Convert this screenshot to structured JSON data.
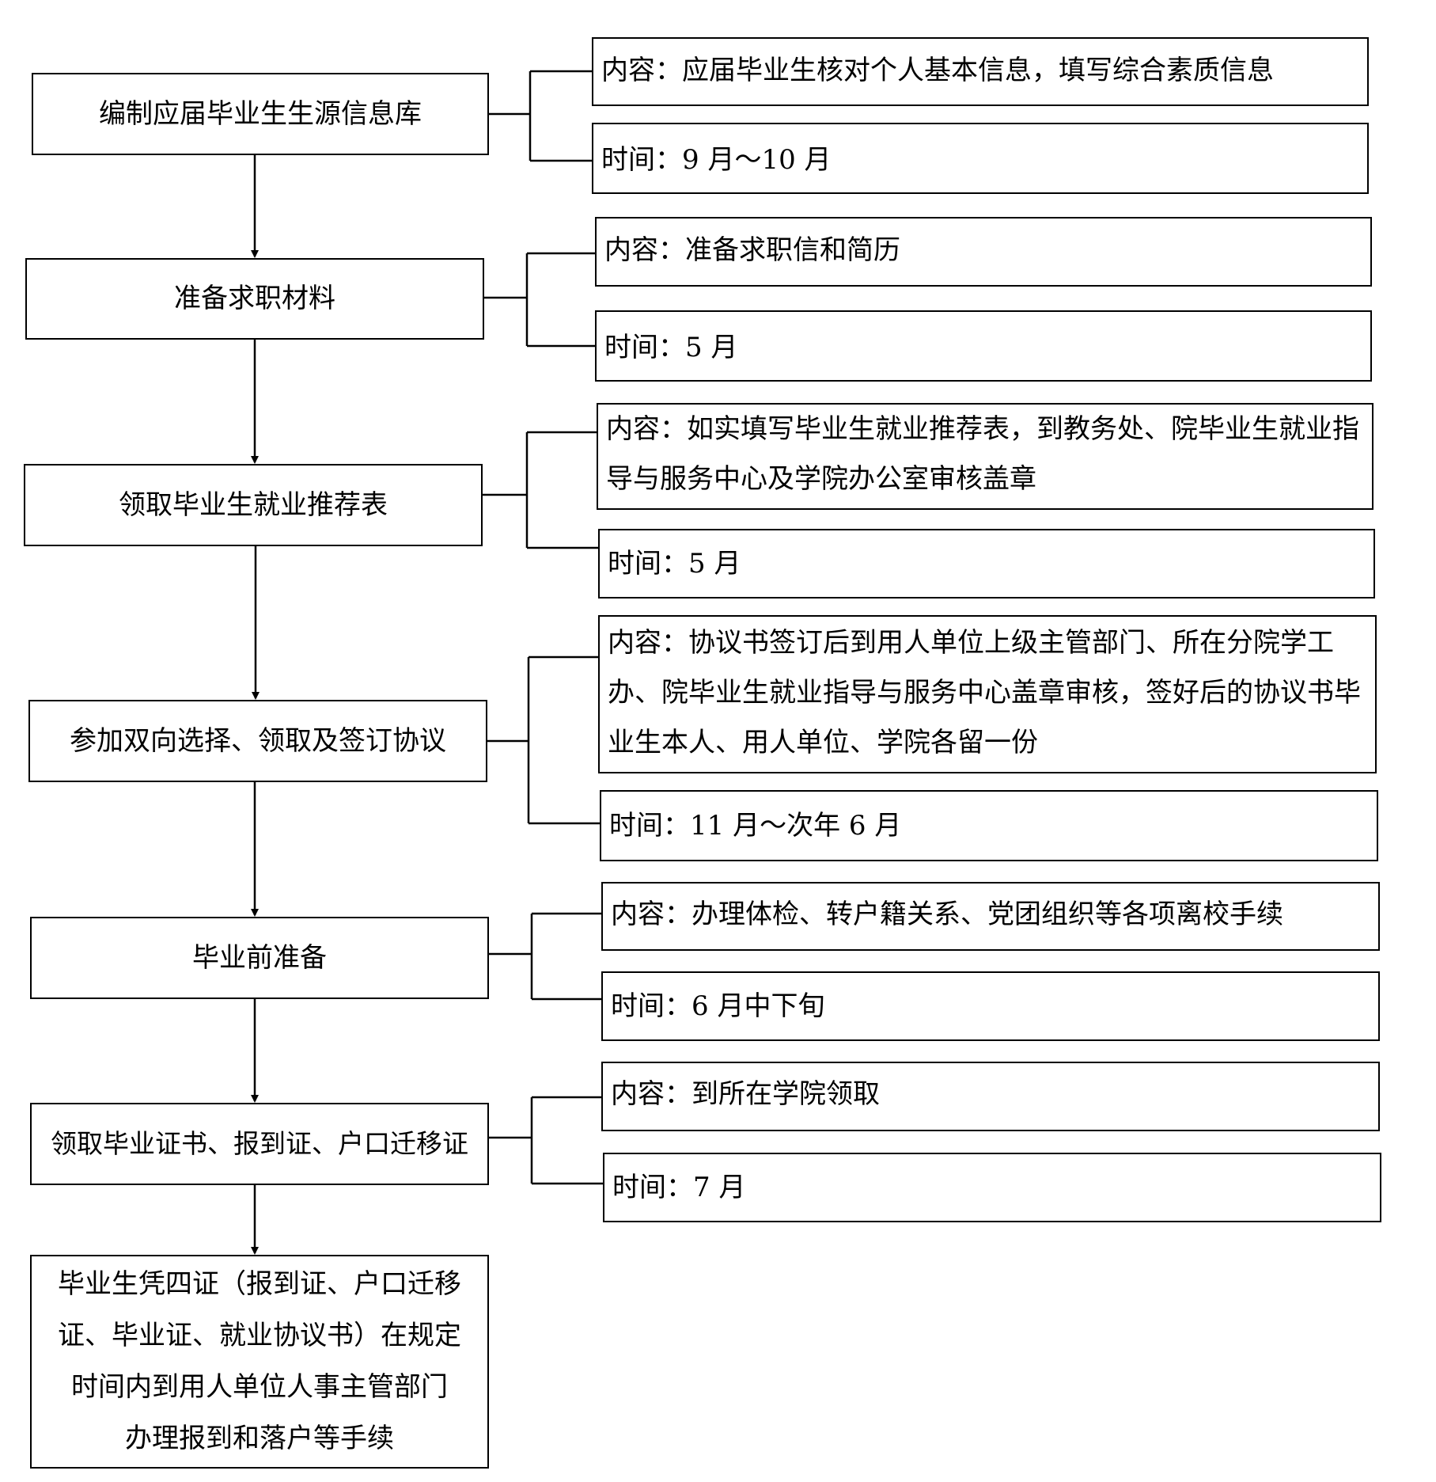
{
  "steps": [
    {
      "label": "编制应届毕业生生源信息库",
      "content": "内容：应届毕业生核对个人基本信息，填写综合素质信息",
      "time": "时间：9 月～10 月"
    },
    {
      "label": "准备求职材料",
      "content": "内容：准备求职信和简历",
      "time": "时间：5 月"
    },
    {
      "label": "领取毕业生就业推荐表",
      "content": "内容：如实填写毕业生就业推荐表，到教务处、院毕业生就业指导与服务中心及学院办公室审核盖章",
      "time": "时间：5 月"
    },
    {
      "label": "参加双向选择、领取及签订协议",
      "content": "内容：协议书签订后到用人单位上级主管部门、所在分院学工办、院毕业生就业指导与服务中心盖章审核，签好后的协议书毕业生本人、用人单位、学院各留一份",
      "time": "时间：11 月～次年 6 月"
    },
    {
      "label": "毕业前准备",
      "content": "内容：办理体检、转户籍关系、党团组织等各项离校手续",
      "time": "时间：6 月中下旬"
    },
    {
      "label": "领取毕业证书、报到证、户口迁移证",
      "content": "内容：到所在学院领取",
      "time": "时间：7 月"
    }
  ],
  "final": {
    "lines": [
      "毕业生凭四证（报到证、户口迁移",
      "证、毕业证、就业协议书）在规定",
      "时间内到用人单位人事主管部门",
      "办理报到和落户等手续"
    ]
  }
}
